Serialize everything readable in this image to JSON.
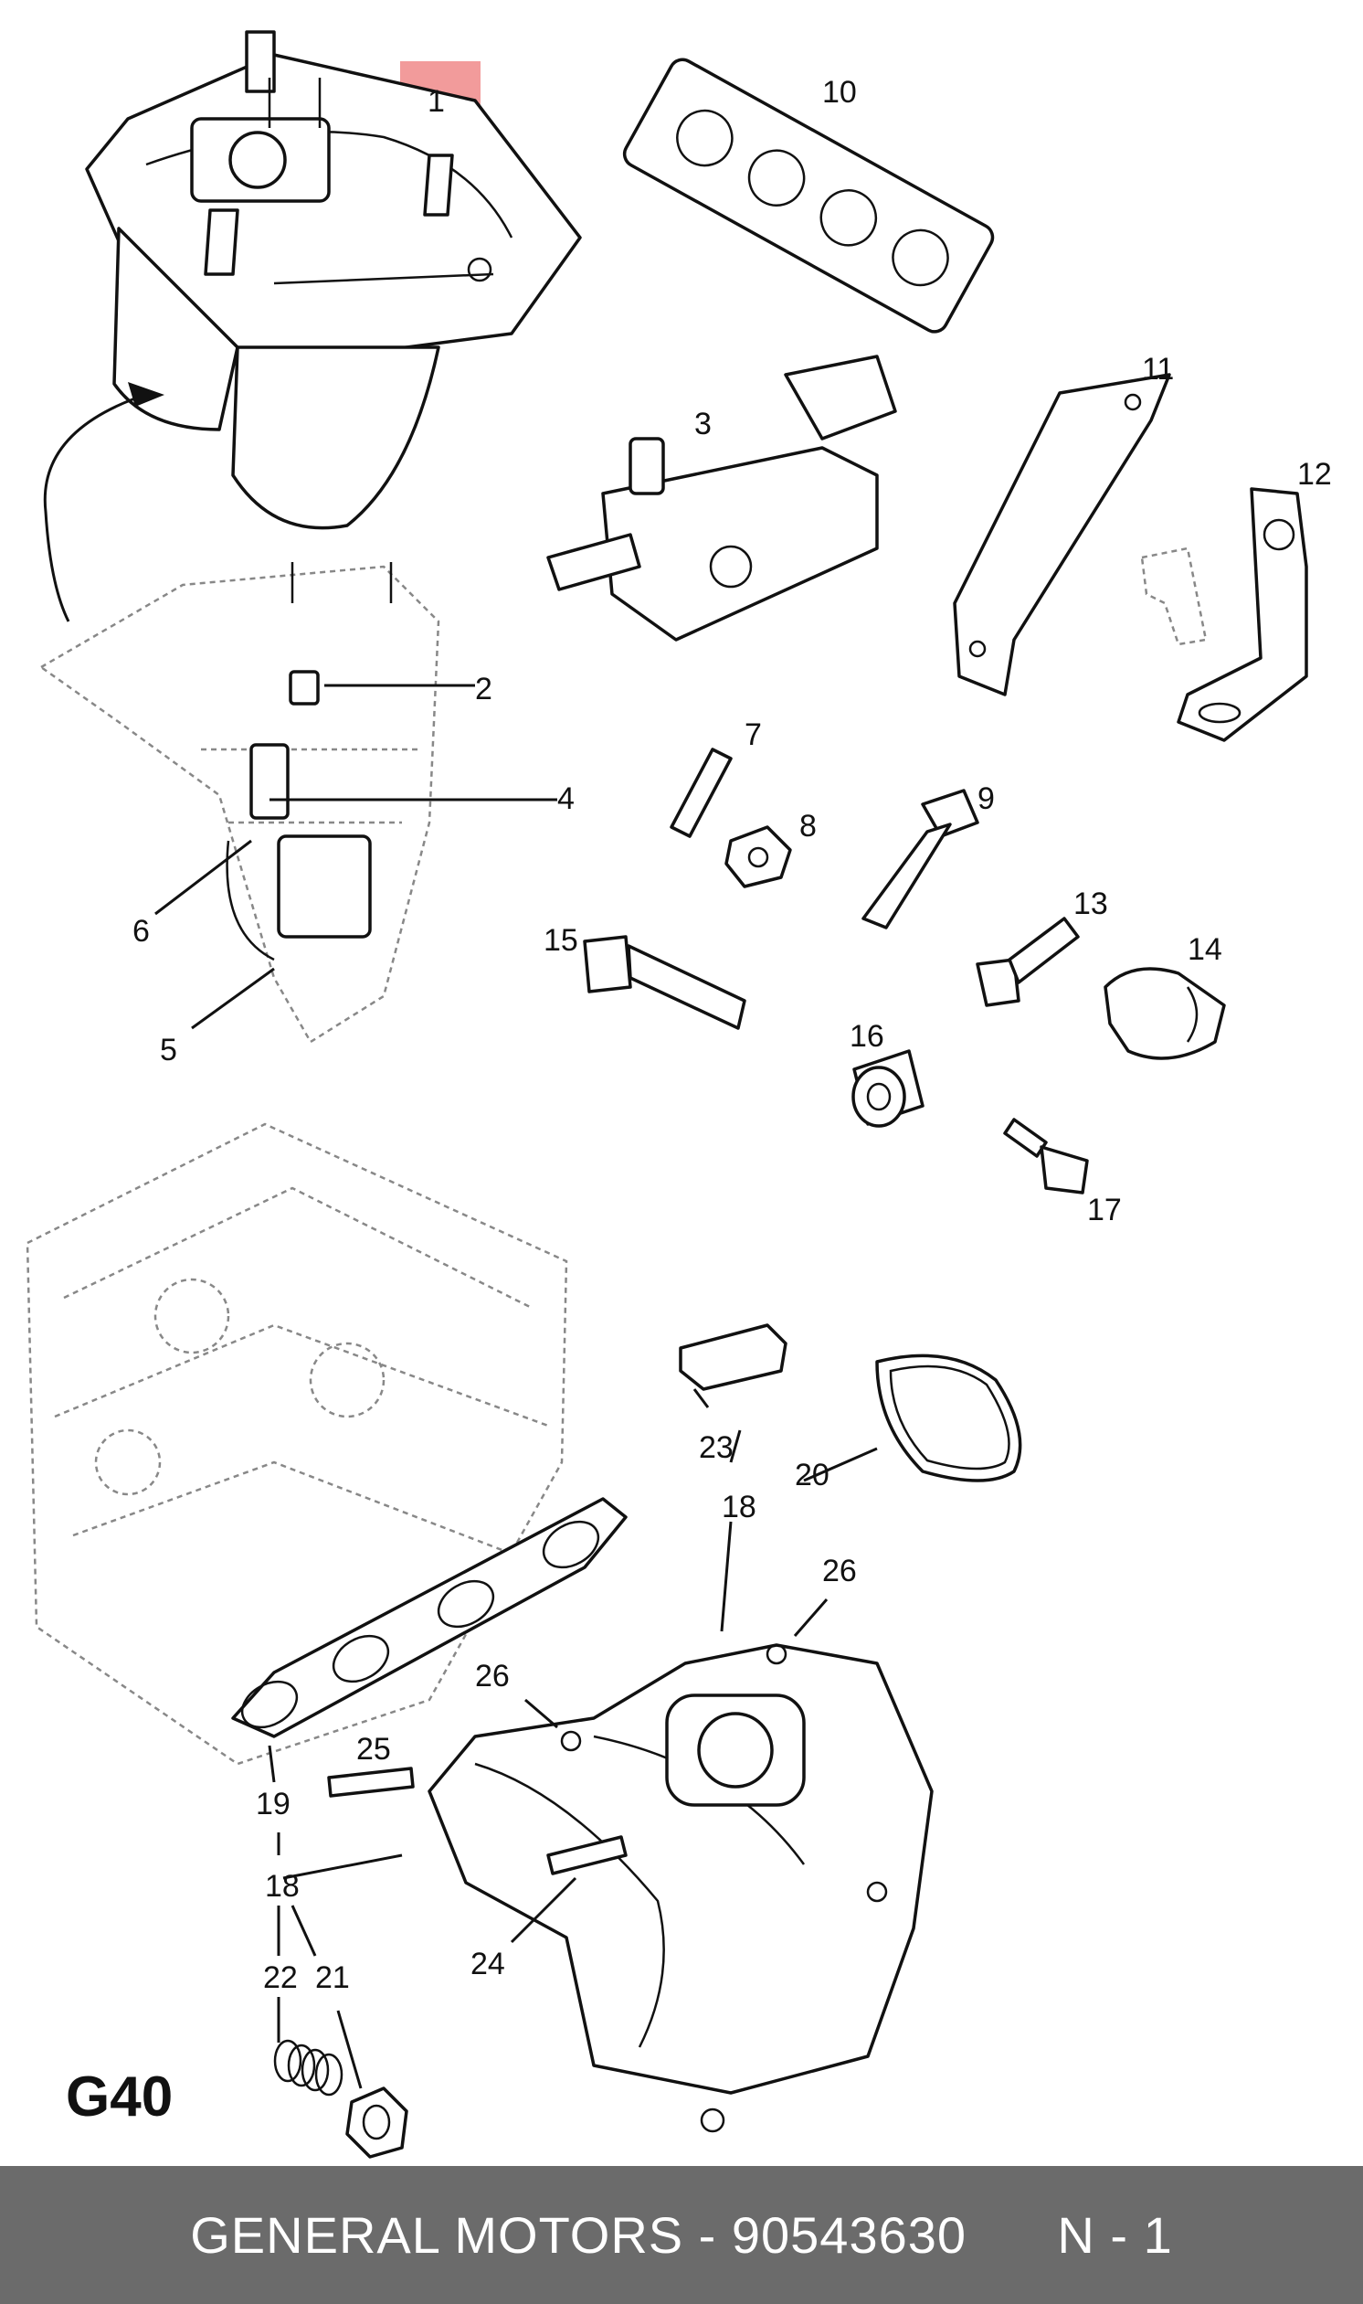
{
  "diagram": {
    "group_code": "G40",
    "highlight_callout": "1",
    "callouts": [
      "1",
      "2",
      "3",
      "4",
      "5",
      "6",
      "7",
      "8",
      "9",
      "10",
      "11",
      "12",
      "13",
      "14",
      "15",
      "16",
      "17",
      "18",
      "18",
      "19",
      "20",
      "21",
      "22",
      "23",
      "24",
      "25",
      "26",
      "26"
    ]
  },
  "footer": {
    "brand": "GENERAL MOTORS",
    "separator": " - ",
    "part_number": "90543630",
    "quantity": "N - 1"
  },
  "colors": {
    "highlight": "#f08a8a",
    "footer_bg": "#6b6b6b",
    "footer_text": "#ffffff"
  }
}
